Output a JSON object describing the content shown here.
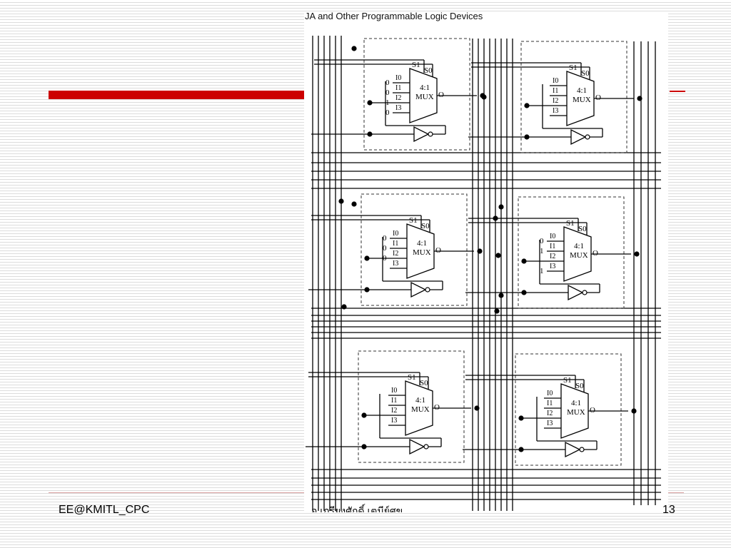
{
  "figure": {
    "title": "JA and Other Programmable Logic Devices",
    "cells": [
      {
        "inputs": [
          "0",
          "0",
          "1",
          "0"
        ]
      },
      {
        "inputs": [
          "",
          "",
          "",
          ""
        ]
      },
      {
        "inputs": [
          "0",
          "0",
          "0",
          ""
        ]
      },
      {
        "inputs": [
          "0",
          "1",
          "",
          "1"
        ]
      },
      {
        "inputs": [
          "",
          "",
          "",
          ""
        ]
      },
      {
        "inputs": [
          "",
          "",
          "",
          ""
        ]
      }
    ],
    "labels": {
      "s1": "S1",
      "s0": "S0",
      "i0": "I0",
      "i1": "I1",
      "i2": "I2",
      "i3": "I3",
      "mux_top": "4:1",
      "mux_bottom": "MUX",
      "out": "O"
    }
  },
  "footer": {
    "left": "EE@KMITL_CPC",
    "center": "อ.เกรียงศักดิ์ เตมีย์ศุข",
    "right": "13"
  },
  "colors": {
    "accent": "#cc0000"
  }
}
